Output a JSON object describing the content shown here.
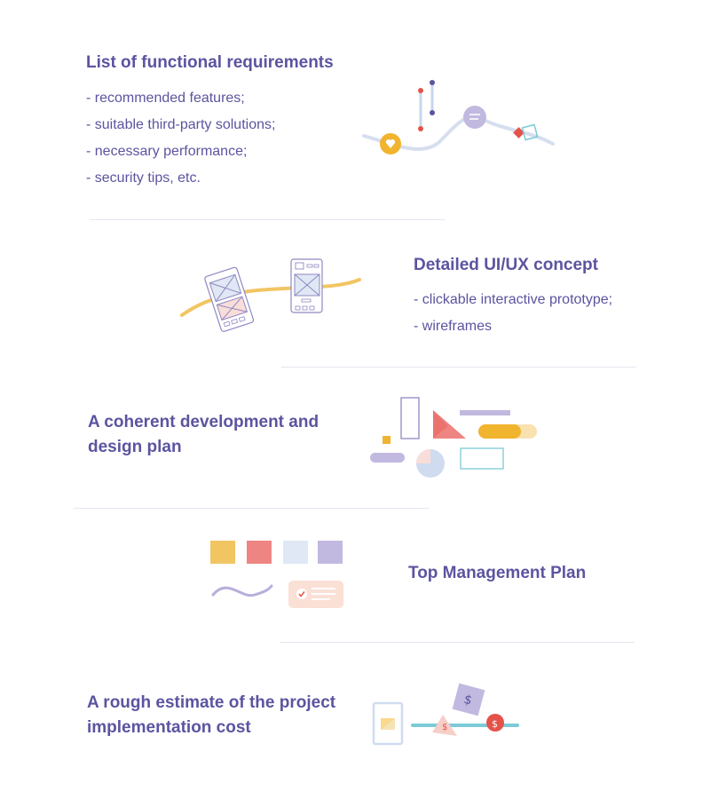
{
  "colors": {
    "text": "#5b54a0",
    "purple": "#c2b9e0",
    "coral": "#ef8582",
    "yellow": "#f2c563",
    "orange": "#f1b42f",
    "lightblue": "#dfe8f4",
    "teal": "#7ccad8",
    "red": "#e5524a"
  },
  "sections": [
    {
      "title": "List of functional requirements",
      "items": [
        "- recommended features;",
        "- suitable third-party solutions;",
        "- necessary performance;",
        "- security tips, etc."
      ],
      "illustration": "timeline-path-illustration"
    },
    {
      "title": "Detailed UI/UX concept",
      "items": [
        "- clickable interactive prototype;",
        "- wireframes"
      ],
      "illustration": "wireframe-phones-illustration"
    },
    {
      "title": "A coherent development and design plan",
      "items": [],
      "illustration": "geometric-shapes-illustration"
    },
    {
      "title": "Top Management Plan",
      "items": [],
      "illustration": "color-swatches-illustration"
    },
    {
      "title": "A rough estimate of the project implementation cost",
      "items": [],
      "illustration": "cost-estimate-illustration"
    }
  ]
}
